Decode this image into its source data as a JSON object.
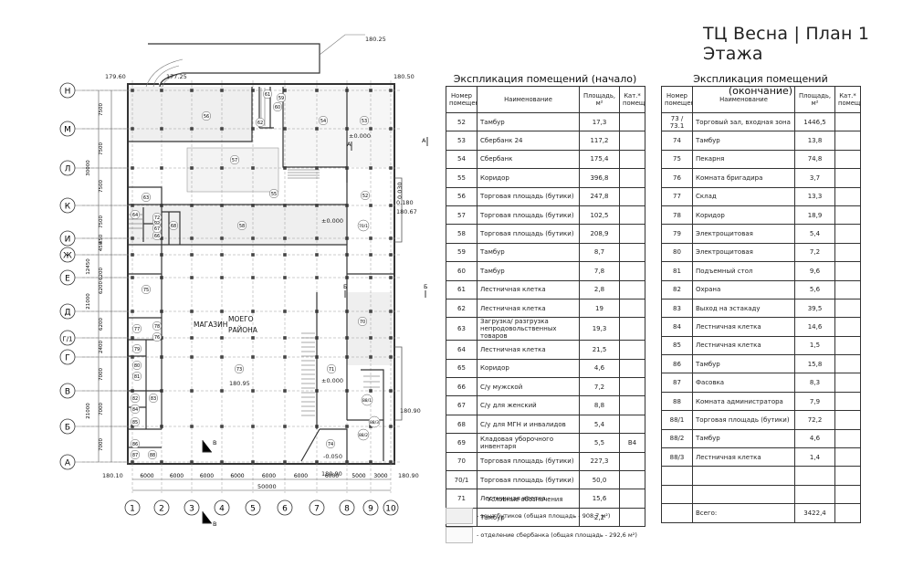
{
  "header": {
    "title": "ТЦ Весна  |  План 1 Этажа"
  },
  "plan": {
    "row_axes": [
      "Н",
      "М",
      "Л",
      "К",
      "И",
      "Ж",
      "Е",
      "Д",
      "Г/1",
      "Г",
      "В",
      "Б",
      "А"
    ],
    "col_axes": [
      "1",
      "2",
      "3",
      "4",
      "5",
      "6",
      "7",
      "8",
      "9",
      "10"
    ],
    "col_dims": [
      "6000",
      "6000",
      "6000",
      "6000",
      "6000",
      "6000",
      "6000",
      "5000",
      "3000"
    ],
    "total_dim": "50000",
    "row_dims": [
      "7500",
      "7500",
      "30000",
      "7500",
      "7500",
      "450",
      "450",
      "12450",
      "6200",
      "21000",
      "6200",
      "6200",
      "2400",
      "7000",
      "21000",
      "7000",
      "7000"
    ],
    "levels": {
      "top": "180.25",
      "top_left": "179.60",
      "top_mid": "177.25",
      "top_right": "180.50",
      "right_1": "0.180",
      "right_2": "180.67",
      "right_3": "180.90",
      "right_4": "180.90",
      "bottom_left": "180.10",
      "bottom_mid": "180.90",
      "zero_1": "±0.000",
      "zero_2": "±0.000",
      "zero_3": "±0.000",
      "minus": "-0.050",
      "center": "180.95",
      "ramp": "0.030"
    },
    "shop_label_1": "МАГАЗИН",
    "shop_label_2": "МОЕГО",
    "shop_label_3": "РАЙОНА",
    "sections": [
      "А",
      "А",
      "Б",
      "Б",
      "В",
      "В"
    ],
    "room_numbers": [
      "56",
      "54",
      "53",
      "57",
      "55",
      "52",
      "63",
      "64",
      "65",
      "66",
      "67",
      "68",
      "58",
      "70/1",
      "59",
      "60",
      "61",
      "62",
      "75",
      "77",
      "78",
      "76",
      "79",
      "80",
      "81",
      "82",
      "83",
      "84",
      "85",
      "86",
      "87",
      "88",
      "73",
      "71",
      "74",
      "70",
      "88/1",
      "88/2",
      "88/3",
      "72"
    ]
  },
  "table_left": {
    "title": "Экспликация помещений (начало)",
    "headers": {
      "num": "Номер помещения",
      "name": "Наименование",
      "area": "Площадь, м²",
      "cat": "Кат.* помещения"
    },
    "rows": [
      {
        "num": "52",
        "name": "Тамбур",
        "area": "17,3",
        "cat": ""
      },
      {
        "num": "53",
        "name": "Сбербанк 24",
        "area": "117,2",
        "cat": ""
      },
      {
        "num": "54",
        "name": "Сбербанк",
        "area": "175,4",
        "cat": ""
      },
      {
        "num": "55",
        "name": "Коридор",
        "area": "396,8",
        "cat": ""
      },
      {
        "num": "56",
        "name": "Торговая площадь (бутики)",
        "area": "247,8",
        "cat": ""
      },
      {
        "num": "57",
        "name": "Торговая площадь (бутики)",
        "area": "102,5",
        "cat": ""
      },
      {
        "num": "58",
        "name": "Торговая площадь (бутики)",
        "area": "208,9",
        "cat": ""
      },
      {
        "num": "59",
        "name": "Тамбур",
        "area": "8,7",
        "cat": ""
      },
      {
        "num": "60",
        "name": "Тамбур",
        "area": "7,8",
        "cat": ""
      },
      {
        "num": "61",
        "name": "Лестничная клетка",
        "area": "2,8",
        "cat": ""
      },
      {
        "num": "62",
        "name": "Лестничная клетка",
        "area": "19",
        "cat": ""
      },
      {
        "num": "63",
        "name": "Загрузка/ разгрузка непродовольственных товаров",
        "area": "19,3",
        "cat": ""
      },
      {
        "num": "64",
        "name": "Лестничная клетка",
        "area": "21,5",
        "cat": ""
      },
      {
        "num": "65",
        "name": "Коридор",
        "area": "4,6",
        "cat": ""
      },
      {
        "num": "66",
        "name": "С/у мужской",
        "area": "7,2",
        "cat": ""
      },
      {
        "num": "67",
        "name": "С/у для женский",
        "area": "8,8",
        "cat": ""
      },
      {
        "num": "68",
        "name": "С/у для МГН и инвалидов",
        "area": "5,4",
        "cat": ""
      },
      {
        "num": "69",
        "name": "Кладовая уборочного инвентаря",
        "area": "5,5",
        "cat": "В4"
      },
      {
        "num": "70",
        "name": "Торговая площадь (бутики)",
        "area": "227,3",
        "cat": ""
      },
      {
        "num": "70/1",
        "name": "Торговая площадь (бутики)",
        "area": "50,0",
        "cat": ""
      },
      {
        "num": "71",
        "name": "Лестничная клетка",
        "area": "15,6",
        "cat": ""
      },
      {
        "num": "72",
        "name": "Тамбур",
        "area": "2,2",
        "cat": ""
      }
    ]
  },
  "table_right": {
    "title": "Экспликация помещений (окончание)",
    "headers": {
      "num": "Номер помещения",
      "name": "Наименование",
      "area": "Площадь, м²",
      "cat": "Кат.* помещения"
    },
    "rows": [
      {
        "num": "73 / 73.1",
        "name": "Торговый зал, входная зона",
        "area": "1446,5",
        "cat": ""
      },
      {
        "num": "74",
        "name": "Тамбур",
        "area": "13,8",
        "cat": ""
      },
      {
        "num": "75",
        "name": "Пекарня",
        "area": "74,8",
        "cat": ""
      },
      {
        "num": "76",
        "name": "Комната бригадира",
        "area": "3,7",
        "cat": ""
      },
      {
        "num": "77",
        "name": "Склад",
        "area": "13,3",
        "cat": ""
      },
      {
        "num": "78",
        "name": "Коридор",
        "area": "18,9",
        "cat": ""
      },
      {
        "num": "79",
        "name": "Электрощитовая",
        "area": "5,4",
        "cat": ""
      },
      {
        "num": "80",
        "name": "Электрощитовая",
        "area": "7,2",
        "cat": ""
      },
      {
        "num": "81",
        "name": "Подъемный стол",
        "area": "9,6",
        "cat": ""
      },
      {
        "num": "82",
        "name": "Охрана",
        "area": "5,6",
        "cat": ""
      },
      {
        "num": "83",
        "name": "Выход на эстакаду",
        "area": "39,5",
        "cat": ""
      },
      {
        "num": "84",
        "name": "Лестничная клетка",
        "area": "14,6",
        "cat": ""
      },
      {
        "num": "85",
        "name": "Лестничная клетка",
        "area": "1,5",
        "cat": ""
      },
      {
        "num": "86",
        "name": "Тамбур",
        "area": "15,8",
        "cat": ""
      },
      {
        "num": "87",
        "name": "Фасовка",
        "area": "8,3",
        "cat": ""
      },
      {
        "num": "88",
        "name": "Комната администратора",
        "area": "7,9",
        "cat": ""
      },
      {
        "num": "88/1",
        "name": "Торговая площадь (бутики)",
        "area": "72,2",
        "cat": ""
      },
      {
        "num": "88/2",
        "name": "Тамбур",
        "area": "4,6",
        "cat": ""
      },
      {
        "num": "88/3",
        "name": "Лестничная клетка",
        "area": "1,4",
        "cat": ""
      },
      {
        "num": "",
        "name": "",
        "area": "",
        "cat": ""
      },
      {
        "num": "",
        "name": "",
        "area": "",
        "cat": ""
      },
      {
        "num": "",
        "name": "Всего:",
        "area": "3422,4",
        "cat": ""
      }
    ]
  },
  "legend": {
    "title": "Условные обозначения",
    "items": [
      {
        "label": "- зона бутиков (общая площадь - 908,7 м²)",
        "color": "#f0f0f0"
      },
      {
        "label": "- отделение сбербанка (общая площадь - 292,6 м²)",
        "color": "#fafafa"
      }
    ]
  }
}
